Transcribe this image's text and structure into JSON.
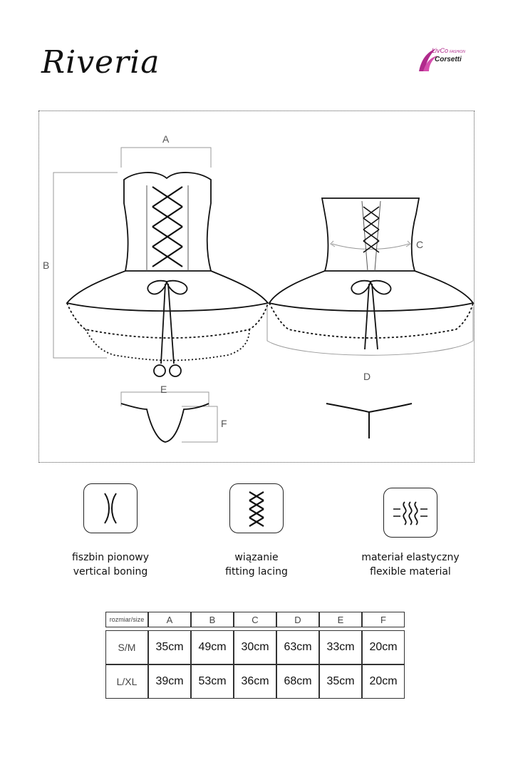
{
  "title": "Riveria",
  "brand": {
    "line1": "LivCo",
    "line1_small": "FASHION",
    "line2": "Corsetti",
    "accent_color": "#b02a8c"
  },
  "dimensions": {
    "a": "A",
    "b": "B",
    "c": "C",
    "d": "D",
    "e": "E",
    "f": "F"
  },
  "features": [
    {
      "icon": "vertical-boning-icon",
      "label_pl": "fiszbin pionowy",
      "label_en": "vertical boning"
    },
    {
      "icon": "fitting-lacing-icon",
      "label_pl": "wiązanie",
      "label_en": "fitting lacing"
    },
    {
      "icon": "flexible-material-icon",
      "label_pl": "materiał elastyczny",
      "label_en": "flexible material"
    }
  ],
  "size_table": {
    "corner": "rozmiar/size",
    "columns": [
      "A",
      "B",
      "C",
      "D",
      "E",
      "F"
    ],
    "rows": [
      {
        "size": "S/M",
        "values": [
          "35cm",
          "49cm",
          "30cm",
          "63cm",
          "33cm",
          "20cm"
        ]
      },
      {
        "size": "L/XL",
        "values": [
          "39cm",
          "53cm",
          "36cm",
          "68cm",
          "35cm",
          "20cm"
        ]
      }
    ]
  }
}
